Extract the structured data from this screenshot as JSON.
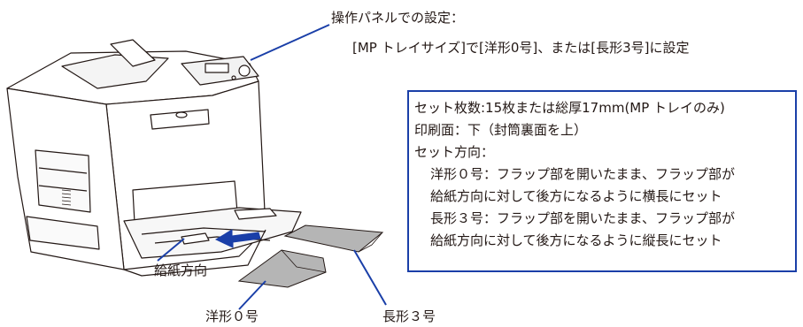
{
  "panel_callout": {
    "line1": "操作パネルでの設定：",
    "line2": "[MP トレイサイズ]で[洋形0号]、または[長形3号]に設定"
  },
  "info_box": {
    "line1": "セット枚数:15枚または総厚17mm(MP トレイのみ)",
    "line2": "印刷面：下（封筒裏面を上）",
    "line3": "セット方向：",
    "line4": "洋形０号：フラップ部を開いたまま、フラップ部が",
    "line5": "給紙方向に対して後方になるように横長にセット",
    "line6": "長形３号：フラップ部を開いたまま、フラップ部が",
    "line7": "給紙方向に対して後方になるように縦長にセット"
  },
  "labels": {
    "feed_direction": "給紙方向",
    "envelope_yo0": "洋形０号",
    "envelope_naga3": "長形３号"
  },
  "colors": {
    "accent_blue": "#1a3fa8",
    "line_art": "#231815",
    "envelope_gray": "#b5b5b5"
  }
}
